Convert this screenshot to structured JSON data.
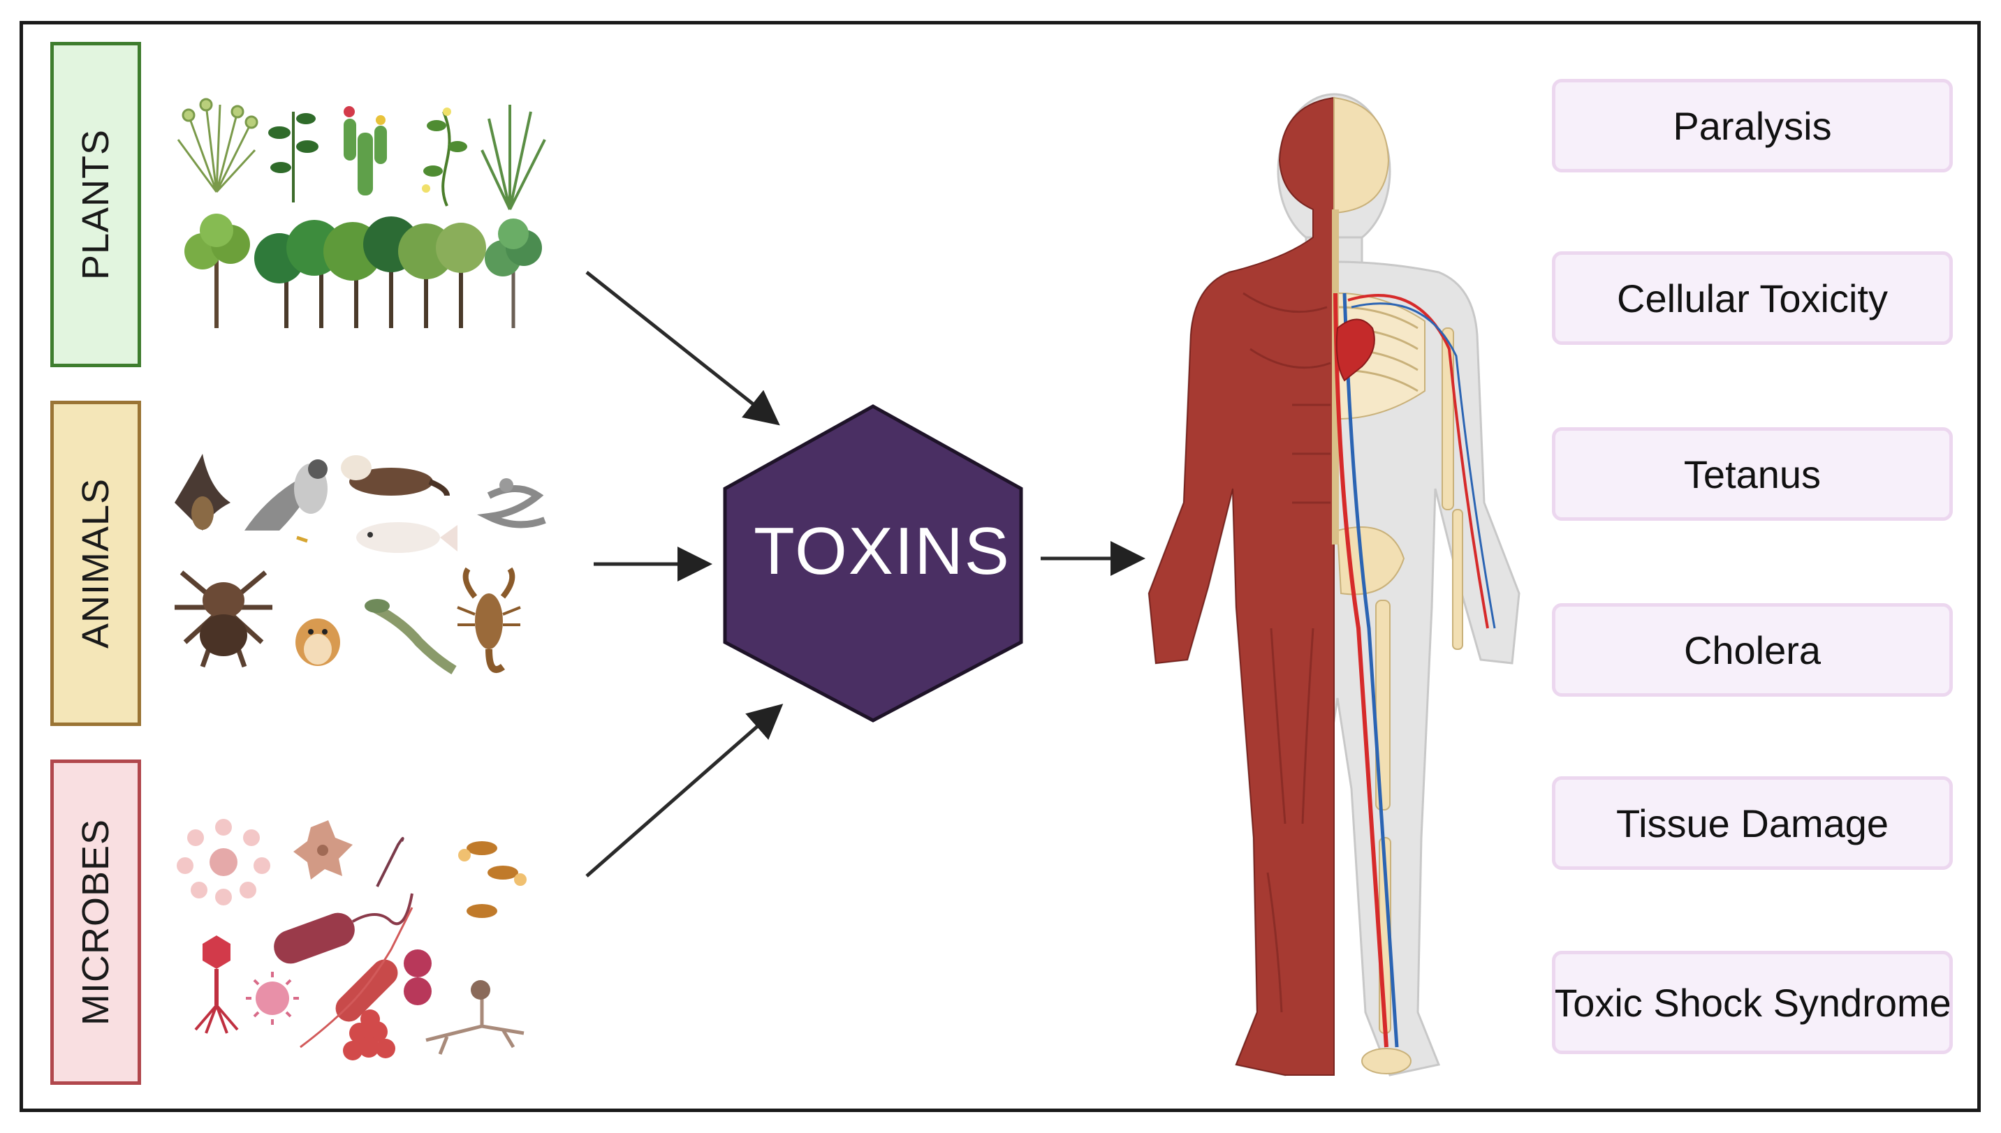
{
  "categories": {
    "plants": "PLANTS",
    "animals": "ANIMALS",
    "microbes": "MICROBES"
  },
  "center": "TOXINS",
  "effects": [
    "Paralysis",
    "Cellular Toxicity",
    "Tetanus",
    "Cholera",
    "Tissue Damage",
    "Toxic Shock Syndrome"
  ],
  "colors": {
    "hexagon": "#4a2f63",
    "plants_fill": "#e2f5df",
    "plants_border": "#3e7d2e",
    "animals_fill": "#f4e6b8",
    "animals_border": "#9a7434",
    "microbes_fill": "#f9dfe1",
    "microbes_border": "#b1474c",
    "effect_fill": "#f7f0fa",
    "effect_border": "#ecd7ef",
    "muscle": "#a63a32",
    "bone": "#f2dfb3",
    "artery": "#d62a2a",
    "vein": "#2b64b3"
  }
}
